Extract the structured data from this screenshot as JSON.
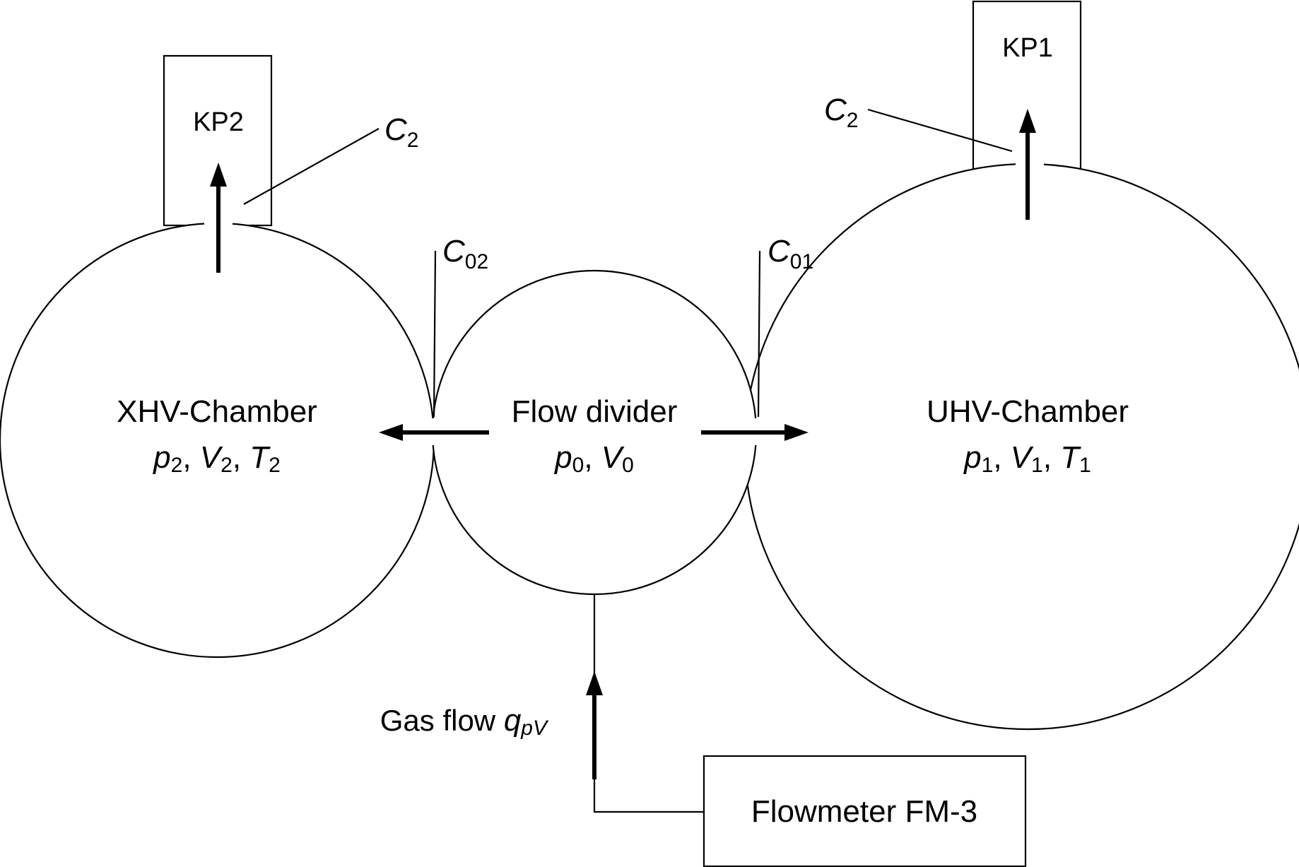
{
  "nodes": {
    "xhv": {
      "name": "XHV-Chamber",
      "p": "p",
      "p_sub": "2",
      "v": "V",
      "v_sub": "2",
      "t": "T",
      "t_sub": "2"
    },
    "divider": {
      "name": "Flow divider",
      "p": "p",
      "p_sub": "0",
      "v": "V",
      "v_sub": "0"
    },
    "uhv": {
      "name": "UHV-Chamber",
      "p": "p",
      "p_sub": "1",
      "v": "V",
      "v_sub": "1",
      "t": "T",
      "t_sub": "1"
    },
    "kp2": {
      "name": "KP2"
    },
    "kp1": {
      "name": "KP1"
    },
    "flowmeter": {
      "name": "Flowmeter FM-3"
    }
  },
  "conductances": {
    "c2_left": {
      "sym": "C",
      "sub": "2"
    },
    "c2_right": {
      "sym": "C",
      "sub": "2"
    },
    "c02": {
      "sym": "C",
      "sub": "02"
    },
    "c01": {
      "sym": "C",
      "sub": "01"
    }
  },
  "gas_flow": {
    "text": "Gas flow ",
    "sym": "q",
    "sub": "pV"
  },
  "separator": ", "
}
